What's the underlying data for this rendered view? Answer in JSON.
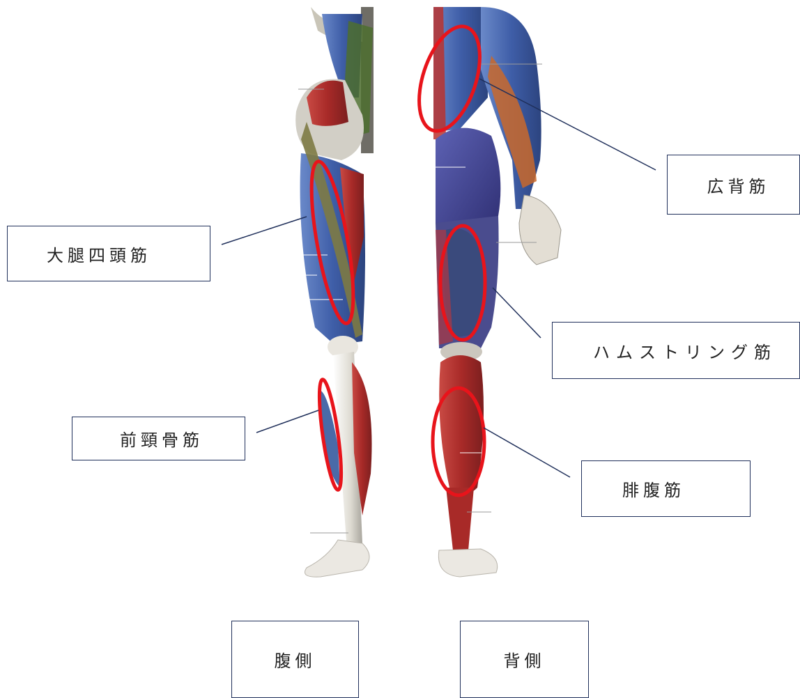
{
  "labels": {
    "latissimus": "広背筋",
    "quadriceps": "大腿四頭筋",
    "hamstrings": "ハムストリング筋",
    "tibialis_anterior": "前頸骨筋",
    "gastrocnemius": "腓腹筋",
    "ventral_side": "腹側",
    "dorsal_side": "背側"
  },
  "colors": {
    "highlight": "#e8141b",
    "leader_line": "#1f2f5a",
    "muscle_red": "#b8322f",
    "muscle_blue": "#3f5ea8",
    "muscle_dark_blue": "#3c3f8c",
    "bone": "#e6e3dc",
    "tendon": "#8f8d5a"
  }
}
